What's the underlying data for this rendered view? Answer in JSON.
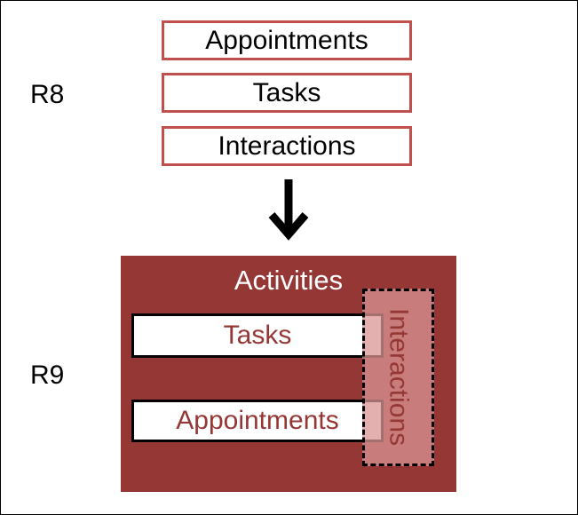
{
  "r8": {
    "label": "R8",
    "items": [
      "Appointments",
      "Tasks",
      "Interactions"
    ]
  },
  "r9": {
    "label": "R9",
    "group_title": "Activities",
    "inner_items": [
      "Tasks",
      "Appointments"
    ],
    "overlay_label": "Interactions"
  },
  "colors": {
    "r8_border": "#c0504d",
    "group_fill": "#953735",
    "overlay_fill": "#d99694",
    "text_accent": "#953735"
  }
}
